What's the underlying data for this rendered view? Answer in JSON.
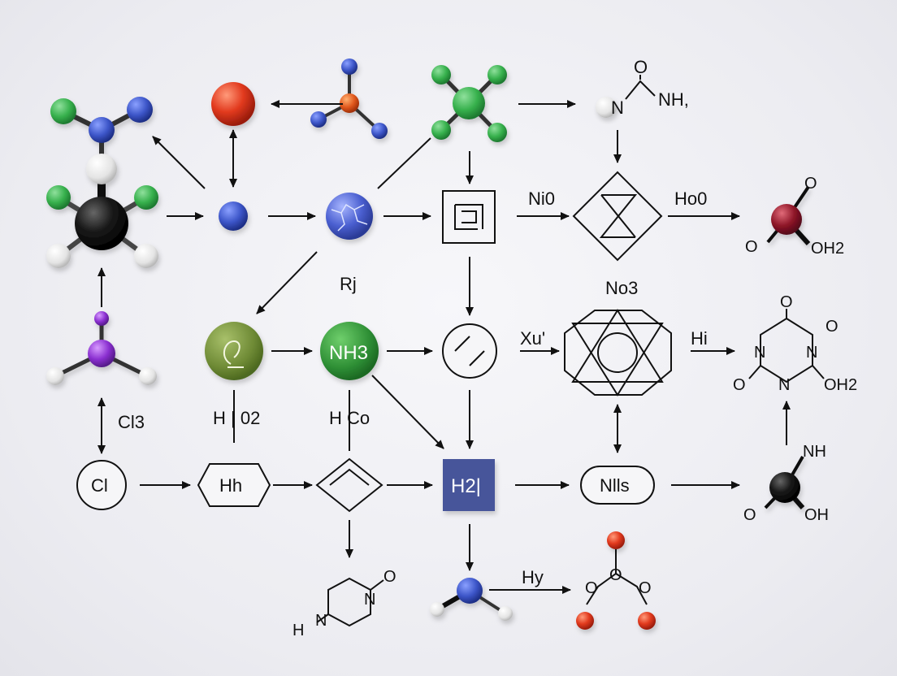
{
  "labels": {
    "rj": "Rj",
    "ni0": "Ni0",
    "ho0": "Ho0",
    "no3": "No3",
    "nh3": "NH3",
    "xu": "Xu'",
    "hi": "Hi",
    "cl3": "Cl3",
    "h_02": "H | 02",
    "h_co": "H Co",
    "cl": "Cl",
    "hh": "Hh",
    "h2i": "H2|",
    "nlls": "Nlls",
    "hy": "Hy",
    "n_nh": "N",
    "nh_top": "NH,",
    "o_top": "O",
    "oh2_right": "OH2",
    "o_right": "O",
    "o_ring": "O",
    "n_ring": "N",
    "oh2_ring": "OH2",
    "nh_right": "NH",
    "o_right2": "O",
    "oh_right": "OH",
    "h_bottom": "H",
    "n_bottom": "N",
    "o_bottom": "O"
  }
}
